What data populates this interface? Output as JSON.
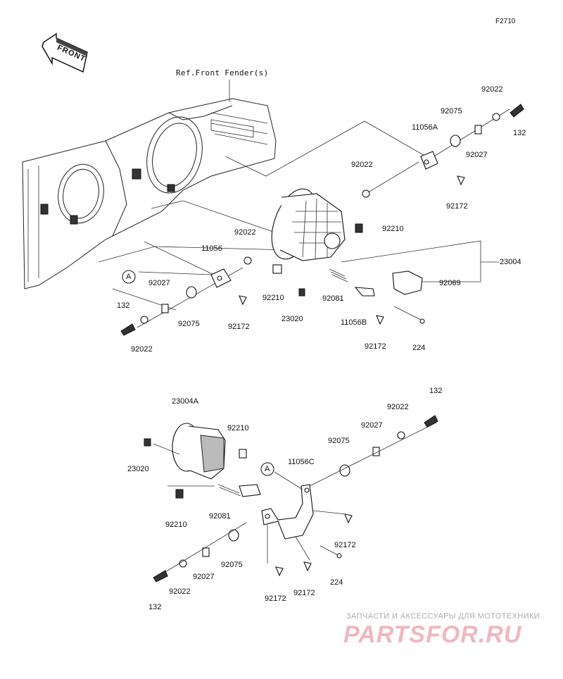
{
  "diagram_code": "F2710",
  "front_label": "FRONT",
  "ref_label": "Ref.Front Fender(s)",
  "callout_a": "A",
  "labels": {
    "p92022_top": "92022",
    "p132_top": "132",
    "p92075_top": "92075",
    "p11056A": "11056A",
    "p92027_top": "92027",
    "p92022_mid": "92022",
    "p92172_top": "92172",
    "p92210_top": "92210",
    "p23004": "23004",
    "p92069": "92069",
    "p92022_left": "92022",
    "p11056": "11056",
    "p92027_left": "92027",
    "p132_left": "132",
    "p92075_left": "92075",
    "p92172_left": "92172",
    "p92022_left_bottom": "92022",
    "p92210_left": "92210",
    "p23020": "23020",
    "p92081": "92081",
    "p11056B": "11056B",
    "p92172_mid": "92172",
    "p224_top": "224",
    "p23004A": "23004A",
    "p92210_b1": "92210",
    "p23020_b": "23020",
    "p92210_b2": "92210",
    "p92081_b": "92081",
    "p132_b_top": "132",
    "p92022_b_top": "92022",
    "p92027_b_top": "92027",
    "p92075_b_top": "92075",
    "p11056C": "11056C",
    "p92172_b_right": "92172",
    "p224_b": "224",
    "p92075_b_left": "92075",
    "p92027_b_left": "92027",
    "p92022_b_left": "92022",
    "p132_b_left": "132",
    "p92172_b1": "92172",
    "p92172_b2": "92172"
  },
  "watermark": {
    "tagline": "ЗАПЧАСТИ И АКСЕССУАРЫ ДЛЯ МОТОТЕХНИКИ",
    "brand": "PARTSFOR.RU"
  }
}
